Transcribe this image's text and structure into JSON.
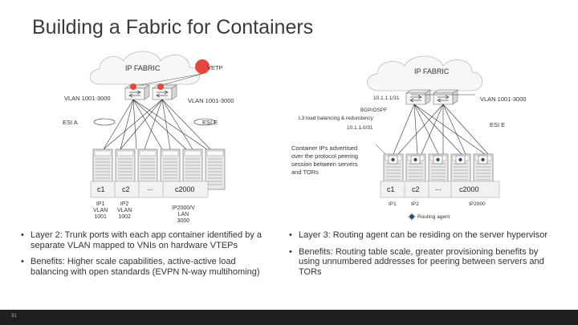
{
  "slide": {
    "title": "Building a Fabric for Containers",
    "page_number": "31"
  },
  "left": {
    "fabric_label": "IP FABRIC",
    "vtep_label": "VETP",
    "vlan_left": "VLAN 1001-3000",
    "vlan_right": "VLAN 1001-3000",
    "esi_a": "ESI A",
    "esi_e": "ESI E",
    "containers": [
      "c1",
      "c2",
      "...",
      "c2000"
    ],
    "ip_vlan": [
      [
        "IP1",
        "VLAN",
        "1001"
      ],
      [
        "IP2",
        "VLAN",
        "1002"
      ],
      [
        "IP2000/V",
        "LAN",
        "3000"
      ]
    ],
    "bullets": [
      "Layer 2: Trunk ports with each app container identified by a separate VLAN mapped to VNIs on hardware VTEPs",
      "Benefits: Higher scale capabilities, active-active load balancing with open standards (EVPN N-way multihoming)"
    ]
  },
  "right": {
    "fabric_label": "IP FABRIC",
    "addr_top": "10.1.1.1/31",
    "vlan_right": "VLAN 1001-3000",
    "bgp_line1": "BGP/OSPF",
    "bgp_line2": "L3 load balancing & redundancy",
    "addr_bottom": "10.1.1.0/31",
    "esi_e": "ESI E",
    "note": [
      "Container IPs advertised",
      "over the protocol peering",
      "session between servers",
      "and TORs"
    ],
    "containers": [
      "c1",
      "c2",
      "...",
      "c2000"
    ],
    "ips": [
      "IP1",
      "IP2",
      "IP2000"
    ],
    "routing_agent": "Routing agent",
    "bullets": [
      "Layer 3: Routing agent can be residing on the server hypervisor",
      "Benefits: Routing table scale, greater provisioning benefits by using unnumbered addresses for peering between servers and TORs"
    ]
  },
  "colors": {
    "vtep": "#e8463c",
    "container_bg": "#f2f2f2",
    "accent_blue": "#2e6fb5"
  }
}
